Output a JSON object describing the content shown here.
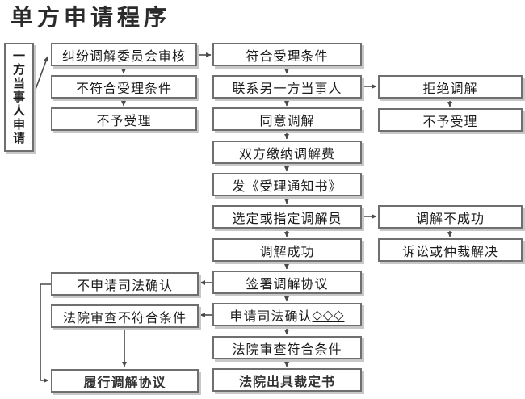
{
  "title": "单方申请程序",
  "entry": {
    "label": "一方当事人申请"
  },
  "col1": {
    "review": "纠纷调解委员会审核",
    "not_qualified": "不符合受理条件",
    "not_accepted": "不予受理"
  },
  "col2": {
    "qualified": "符合受理条件",
    "contact_other_party": "联系另一方当事人",
    "agree_mediation": "同意调解",
    "pay_fee": "双方缴纳调解费",
    "issue_notice": "发《受理通知书》",
    "select_mediator": "选定或指定调解员",
    "mediation_success": "调解成功",
    "sign_agreement": "签署调解协议",
    "judicial_confirm": "申请司法确认",
    "judicial_confirm_suffix": "◇◇◇",
    "court_review_pass": "法院审查符合条件",
    "court_ruling": "法院出具裁定书"
  },
  "col3": {
    "refuse_mediation": "拒绝调解",
    "not_accepted": "不予受理",
    "mediation_fail": "调解不成功",
    "litigation_or_arbitration": "诉讼或仲裁解决"
  },
  "col4": {
    "no_judicial_confirm": "不申请司法确认",
    "court_review_fail": "法院审查不符合条件",
    "perform_agreement": "履行调解协议"
  },
  "colors": {
    "box_border": "#6f6f6f",
    "box_shadow": "#c8c8c8",
    "arrow": "#4a4a4a",
    "text": "#1b1b1b"
  }
}
